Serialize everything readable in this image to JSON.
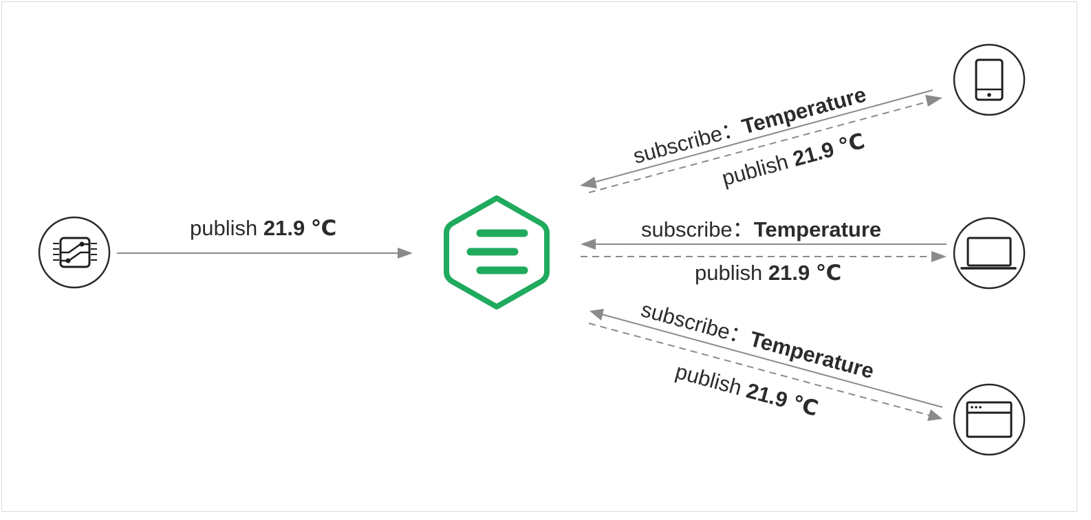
{
  "colors": {
    "broker_green": "#1faa5e",
    "arrow_gray": "#8a8a8a",
    "node_stroke": "#2a2a2a",
    "text": "#2b2b2b"
  },
  "nodes": {
    "sensor": {
      "icon": "circuit-board-icon"
    },
    "broker": {
      "icon": "emqx-hexagon-logo"
    },
    "mobile": {
      "icon": "smartphone-icon"
    },
    "laptop": {
      "icon": "laptop-icon"
    },
    "browser": {
      "icon": "browser-window-icon"
    }
  },
  "edges": {
    "sensor_publish": {
      "verb": "publish ",
      "value": "21.9 ℃"
    },
    "mobile_subscribe": {
      "verb": "subscribe：",
      "value": "Temperature"
    },
    "mobile_publish": {
      "verb": "publish ",
      "value": "21.9 ℃"
    },
    "laptop_subscribe": {
      "verb": "subscribe：",
      "value": "Temperature"
    },
    "laptop_publish": {
      "verb": "publish ",
      "value": "21.9 ℃"
    },
    "browser_subscribe": {
      "verb": "subscribe：",
      "value": "Temperature"
    },
    "browser_publish": {
      "verb": "publish ",
      "value": "21.9 ℃"
    }
  }
}
